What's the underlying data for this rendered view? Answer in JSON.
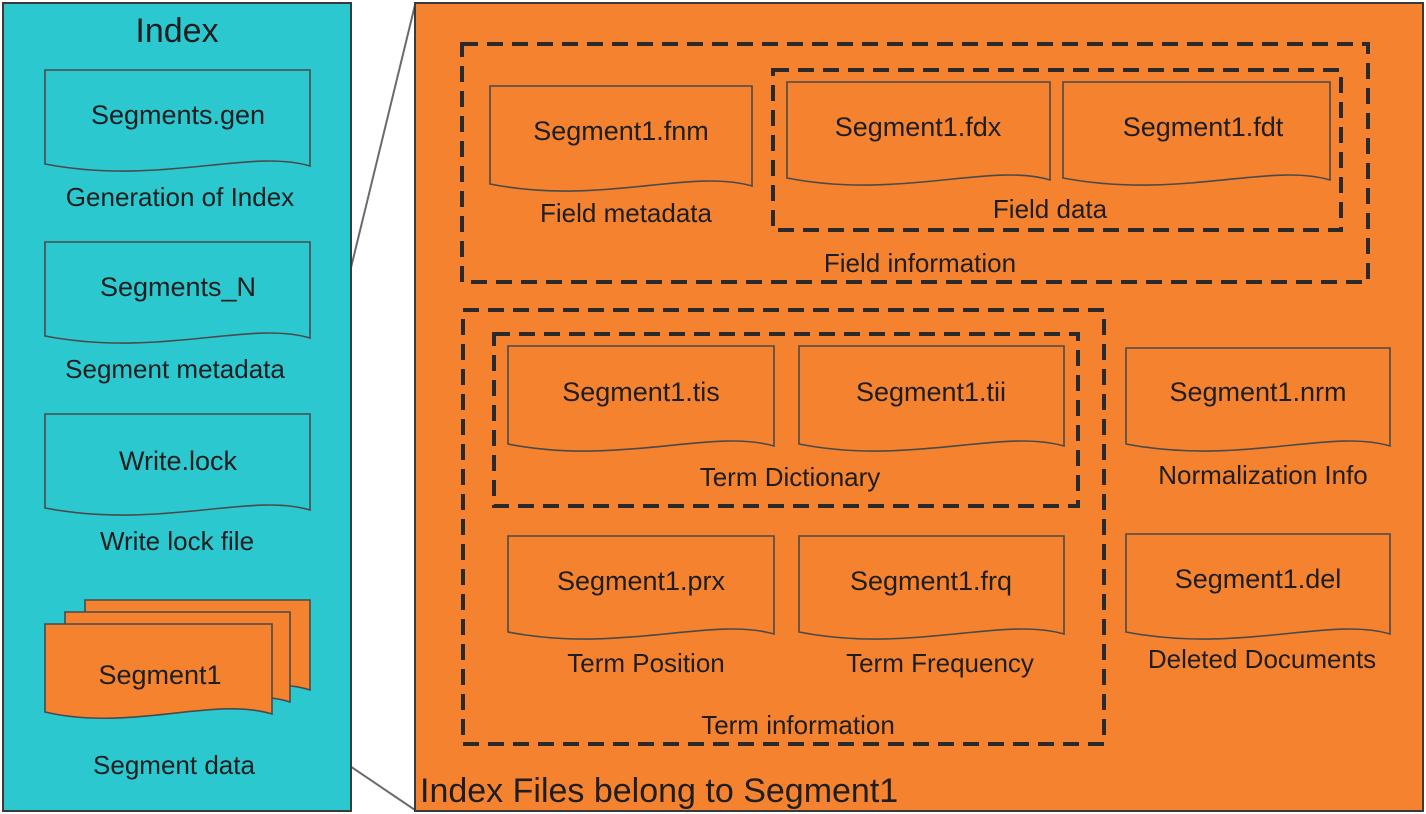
{
  "colors": {
    "index_panel": "#2cc8d0",
    "segment_panel": "#f5822f",
    "file_orange": "#f5822f",
    "file_cyan": "#2cc8d0",
    "text": "#1e1e1e"
  },
  "index_panel": {
    "title": "Index",
    "items": [
      {
        "file": "Segments.gen",
        "label": "Generation of Index"
      },
      {
        "file": "Segments_N",
        "label": "Segment metadata"
      },
      {
        "file": "Write.lock",
        "label": "Write lock file"
      },
      {
        "file": "Segment1",
        "label": "Segment data"
      }
    ]
  },
  "segment_panel": {
    "title": "Index Files belong to Segment1",
    "field_information": {
      "label": "Field information",
      "field_metadata": {
        "file": "Segment1.fnm",
        "label": "Field metadata"
      },
      "field_data": {
        "label": "Field data",
        "files": [
          "Segment1.fdx",
          "Segment1.fdt"
        ]
      }
    },
    "term_information": {
      "label": "Term information",
      "term_dictionary": {
        "label": "Term Dictionary",
        "files": [
          "Segment1.tis",
          "Segment1.tii"
        ]
      },
      "term_position": {
        "file": "Segment1.prx",
        "label": "Term Position"
      },
      "term_frequency": {
        "file": "Segment1.frq",
        "label": "Term Frequency"
      }
    },
    "normalization": {
      "file": "Segment1.nrm",
      "label": "Normalization Info"
    },
    "deleted": {
      "file": "Segment1.del",
      "label": "Deleted Documents"
    }
  }
}
